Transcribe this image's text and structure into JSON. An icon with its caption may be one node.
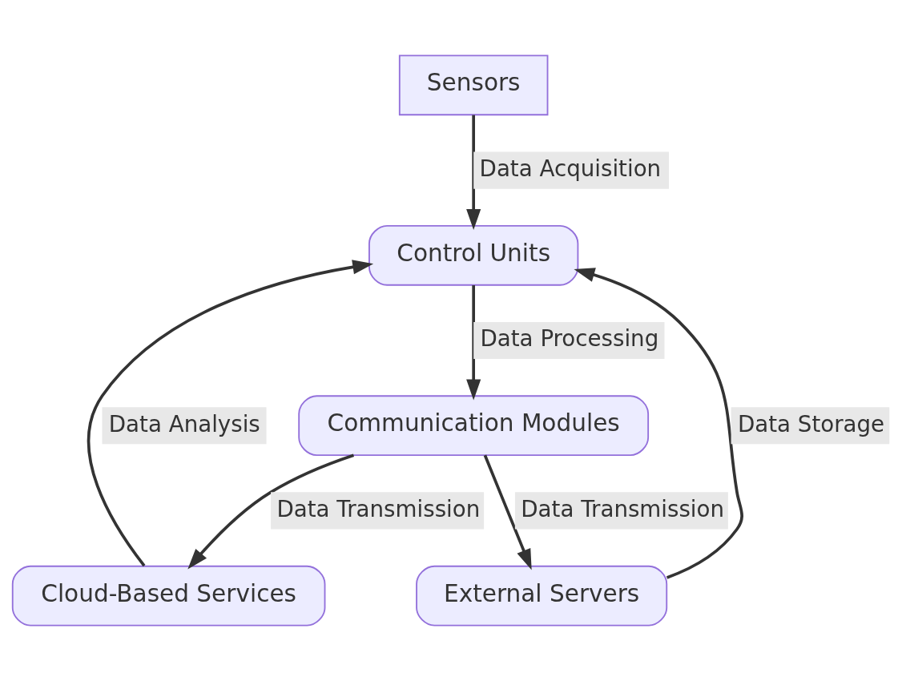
{
  "diagram": {
    "nodes": [
      {
        "text": [
          "Sensors"
        ]
      },
      {
        "text": [
          "Control Units"
        ]
      },
      {
        "text": [
          "Communication Modules"
        ]
      },
      {
        "text": [
          "Cloud-Based Services"
        ]
      },
      {
        "text": [
          "External Servers"
        ]
      }
    ],
    "edges": [
      {
        "from": 0,
        "to": 1,
        "arrow": "to",
        "label": "Data Acquisition"
      },
      {
        "from": 1,
        "to": 2,
        "arrow": "to",
        "label": "Data Processing"
      },
      {
        "from": 2,
        "to": 3,
        "arrow": "to",
        "label": "Data Transmission"
      },
      {
        "from": 2,
        "to": 4,
        "arrow": "to",
        "label": "Data Transmission"
      },
      {
        "from": 3,
        "to": 1,
        "arrow": "to",
        "label": "Data Analysis"
      },
      {
        "from": 4,
        "to": 1,
        "arrow": "to",
        "label": "Data Storage"
      }
    ]
  }
}
